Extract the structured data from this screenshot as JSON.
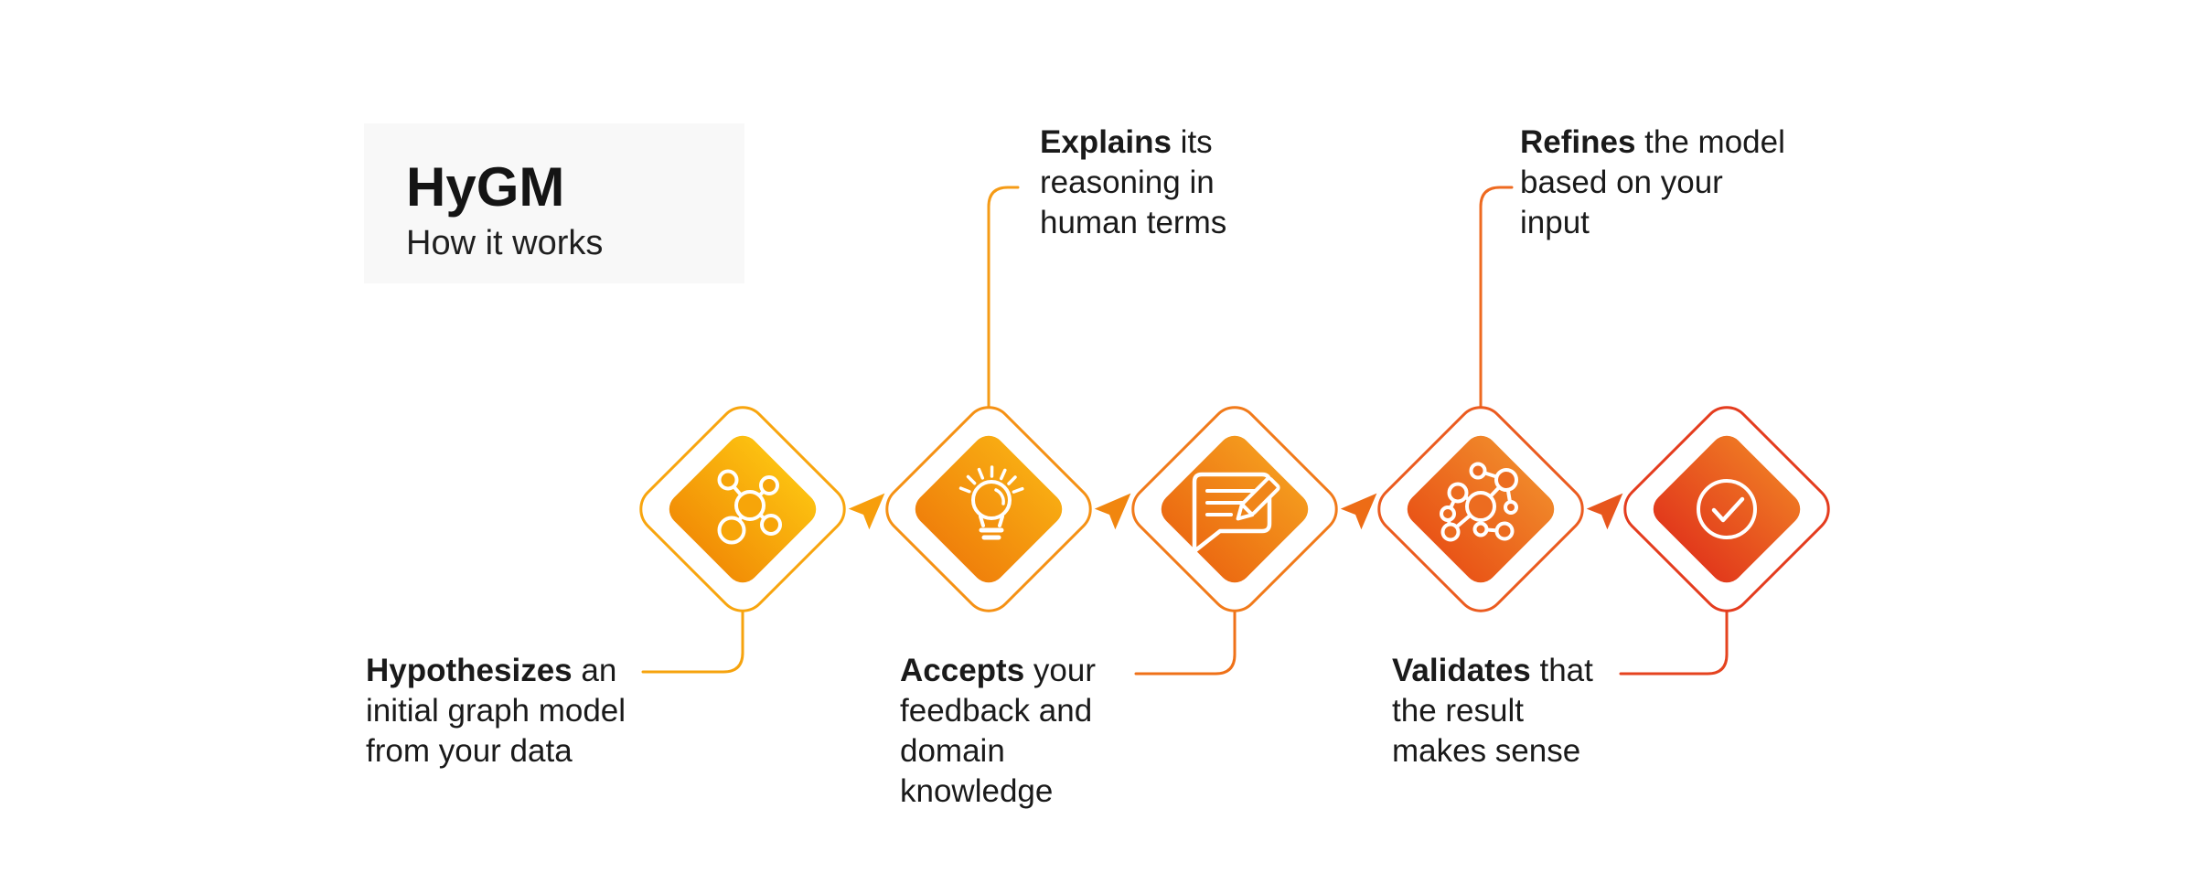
{
  "diagram": {
    "background": "#ffffff",
    "text_color": "#1a1a1a",
    "title_card": {
      "title": "HyGM",
      "subtitle": "How it works",
      "background": "#f8f8f8"
    },
    "flow": {
      "direction": "left-to-right",
      "arrow_count": 4,
      "arrow_colors": [
        "#F79E0C",
        "#F1860F",
        "#ED6C16",
        "#E7561D"
      ]
    },
    "steps": [
      {
        "name": "hypothesize",
        "icon": "molecule-network-icon",
        "bold": "Hypothesizes",
        "rest": " an initial graph model from your data",
        "caption_position": "below",
        "gradient_top": "#FCC010",
        "gradient_bottom": "#F28E06",
        "outline": "#F8A50E",
        "connector": "#F6A30E"
      },
      {
        "name": "explain",
        "icon": "lightbulb-icon",
        "bold": "Explains",
        "rest": " its reasoning in human terms",
        "caption_position": "above",
        "gradient_top": "#F8AB12",
        "gradient_bottom": "#F0810B",
        "outline": "#F59114",
        "connector": "#F59B16"
      },
      {
        "name": "accept",
        "icon": "chat-edit-icon",
        "bold": "Accepts",
        "rest": " your feedback and domain knowledge",
        "caption_position": "below",
        "gradient_top": "#F4991D",
        "gradient_bottom": "#EC6B12",
        "outline": "#F17A1A",
        "connector": "#EF7118"
      },
      {
        "name": "refine",
        "icon": "graph-network-icon",
        "bold": "Refines",
        "rest": " the model based on your input",
        "caption_position": "above",
        "gradient_top": "#F08629",
        "gradient_bottom": "#E95517",
        "outline": "#EB5B1F",
        "connector": "#EE6A20"
      },
      {
        "name": "validate",
        "icon": "check-circle-icon",
        "bold": "Validates",
        "rest": " that the result makes sense",
        "caption_position": "below",
        "gradient_top": "#EE7523",
        "gradient_bottom": "#E23A1C",
        "outline": "#E43C1E",
        "connector": "#E5431F"
      }
    ]
  }
}
